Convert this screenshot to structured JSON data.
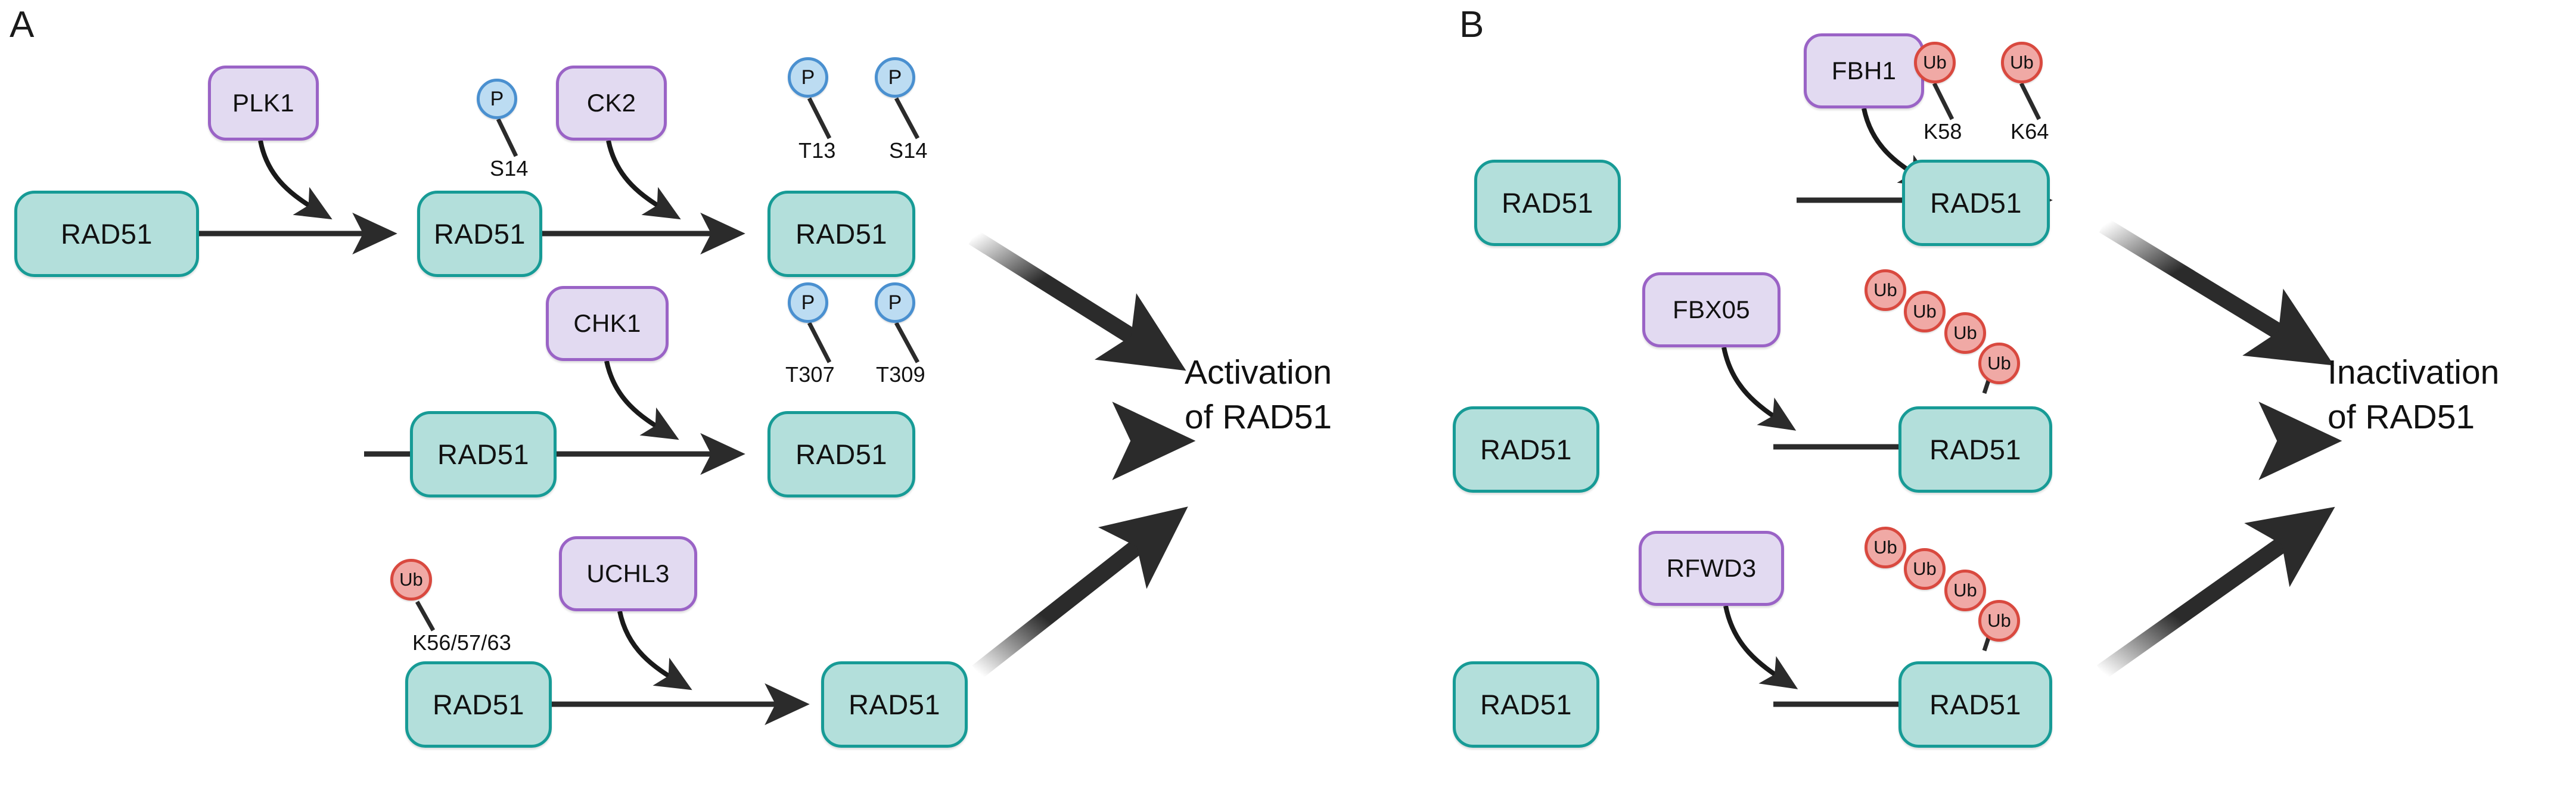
{
  "figure": {
    "panels": [
      {
        "letter": "A",
        "outcome": {
          "line1": "Activation",
          "line2": "of RAD51"
        },
        "rows": [
          {
            "id": "plk1-ck2-row",
            "steps": [
              {
                "node_label": "RAD51",
                "marks": []
              },
              {
                "enzyme_label": "PLK1"
              },
              {
                "node_label": "RAD51",
                "marks": [
                  {
                    "type": "P",
                    "glyph": "P",
                    "site": "S14"
                  }
                ]
              },
              {
                "enzyme_label": "CK2"
              },
              {
                "node_label": "RAD51",
                "marks": [
                  {
                    "type": "P",
                    "glyph": "P",
                    "site": "T13"
                  },
                  {
                    "type": "P",
                    "glyph": "P",
                    "site": "S14"
                  }
                ]
              }
            ]
          },
          {
            "id": "chk1-row",
            "steps": [
              {
                "node_label": "RAD51",
                "marks": []
              },
              {
                "enzyme_label": "CHK1"
              },
              {
                "node_label": "RAD51",
                "marks": [
                  {
                    "type": "P",
                    "glyph": "P",
                    "site": "T307"
                  },
                  {
                    "type": "P",
                    "glyph": "P",
                    "site": "T309"
                  }
                ]
              }
            ]
          },
          {
            "id": "uchl3-row",
            "steps": [
              {
                "node_label": "RAD51",
                "marks": [
                  {
                    "type": "Ub",
                    "glyph": "Ub",
                    "site": "K56/57/63"
                  }
                ]
              },
              {
                "enzyme_label": "UCHL3"
              },
              {
                "node_label": "RAD51",
                "marks": []
              }
            ]
          }
        ]
      },
      {
        "letter": "B",
        "outcome": {
          "line1": "Inactivation",
          "line2": "of RAD51"
        },
        "rows": [
          {
            "id": "fbh1-row",
            "steps": [
              {
                "node_label": "RAD51",
                "marks": []
              },
              {
                "enzyme_label": "FBH1"
              },
              {
                "node_label": "RAD51",
                "marks": [
                  {
                    "type": "Ub",
                    "glyph": "Ub",
                    "site": "K58"
                  },
                  {
                    "type": "Ub",
                    "glyph": "Ub",
                    "site": "K64"
                  }
                ]
              }
            ]
          },
          {
            "id": "fbx05-row",
            "steps": [
              {
                "node_label": "RAD51",
                "marks": []
              },
              {
                "enzyme_label": "FBX05"
              },
              {
                "node_label": "RAD51",
                "chain": {
                  "glyph": "Ub",
                  "count": 4
                }
              }
            ]
          },
          {
            "id": "rfwd3-row",
            "steps": [
              {
                "node_label": "RAD51",
                "marks": []
              },
              {
                "enzyme_label": "RFWD3"
              },
              {
                "node_label": "RAD51",
                "chain": {
                  "glyph": "Ub",
                  "count": 4
                }
              }
            ]
          }
        ]
      }
    ]
  },
  "colors": {
    "protein_fill": "#b3dfdb",
    "protein_stroke": "#179b96",
    "enzyme_fill": "#e2daf1",
    "enzyme_stroke": "#9a63c6",
    "phospho_fill": "#bcdcf2",
    "phospho_stroke": "#4a90d0",
    "ubiquitin_fill": "#f0a9a5",
    "ubiquitin_stroke": "#d9493f",
    "arrow": "#2b2b2b",
    "text": "#111111",
    "background": "#ffffff"
  },
  "labels": {
    "panelA": "A",
    "panelB": "B",
    "node": "RAD51",
    "plk1": "PLK1",
    "ck2": "CK2",
    "chk1": "CHK1",
    "uchl3": "UCHL3",
    "fbh1": "FBH1",
    "fbx05": "FBX05",
    "rfwd3": "RFWD3",
    "p": "P",
    "ub": "Ub",
    "s14a": "S14",
    "t13": "T13",
    "s14b": "S14",
    "t307": "T307",
    "t309": "T309",
    "k565763": "K56/57/63",
    "k58": "K58",
    "k64": "K64",
    "activation_l1": "Activation",
    "activation_l2": "of RAD51",
    "inactivation_l1": "Inactivation",
    "inactivation_l2": "of RAD51"
  }
}
